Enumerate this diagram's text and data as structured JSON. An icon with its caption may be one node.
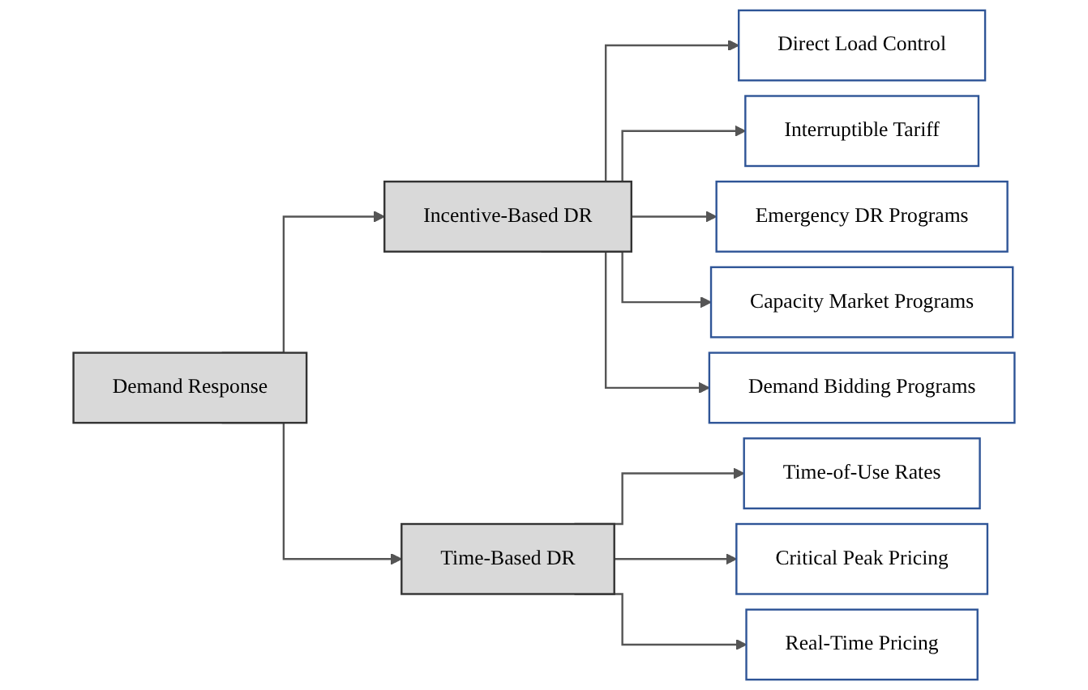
{
  "diagram": {
    "nodes": [
      {
        "text": [
          "Demand Response"
        ]
      },
      {
        "text": [
          "Incentive-Based DR"
        ]
      },
      {
        "text": [
          "Direct Load Control"
        ]
      },
      {
        "text": [
          "Interruptible Tariff"
        ]
      },
      {
        "text": [
          "Emergency DR Programs"
        ]
      },
      {
        "text": [
          "Capacity Market Programs"
        ]
      },
      {
        "text": [
          "Demand Bidding Programs"
        ]
      },
      {
        "text": [
          "Time-Based DR"
        ]
      },
      {
        "text": [
          "Time-of-Use Rates"
        ]
      },
      {
        "text": [
          "Critical Peak Pricing"
        ]
      },
      {
        "text": [
          "Real-Time Pricing"
        ]
      }
    ],
    "edges": [
      {
        "from": 0,
        "to": 1,
        "arrow": "to"
      },
      {
        "from": 0,
        "to": 7,
        "arrow": "to"
      },
      {
        "from": 1,
        "to": 2,
        "arrow": "to"
      },
      {
        "from": 1,
        "to": 3,
        "arrow": "to"
      },
      {
        "from": 1,
        "to": 4,
        "arrow": "to"
      },
      {
        "from": 1,
        "to": 5,
        "arrow": "to"
      },
      {
        "from": 1,
        "to": 6,
        "arrow": "to"
      },
      {
        "from": 7,
        "to": 8,
        "arrow": "to"
      },
      {
        "from": 7,
        "to": 9,
        "arrow": "to"
      },
      {
        "from": 7,
        "to": 10,
        "arrow": "to"
      }
    ]
  }
}
